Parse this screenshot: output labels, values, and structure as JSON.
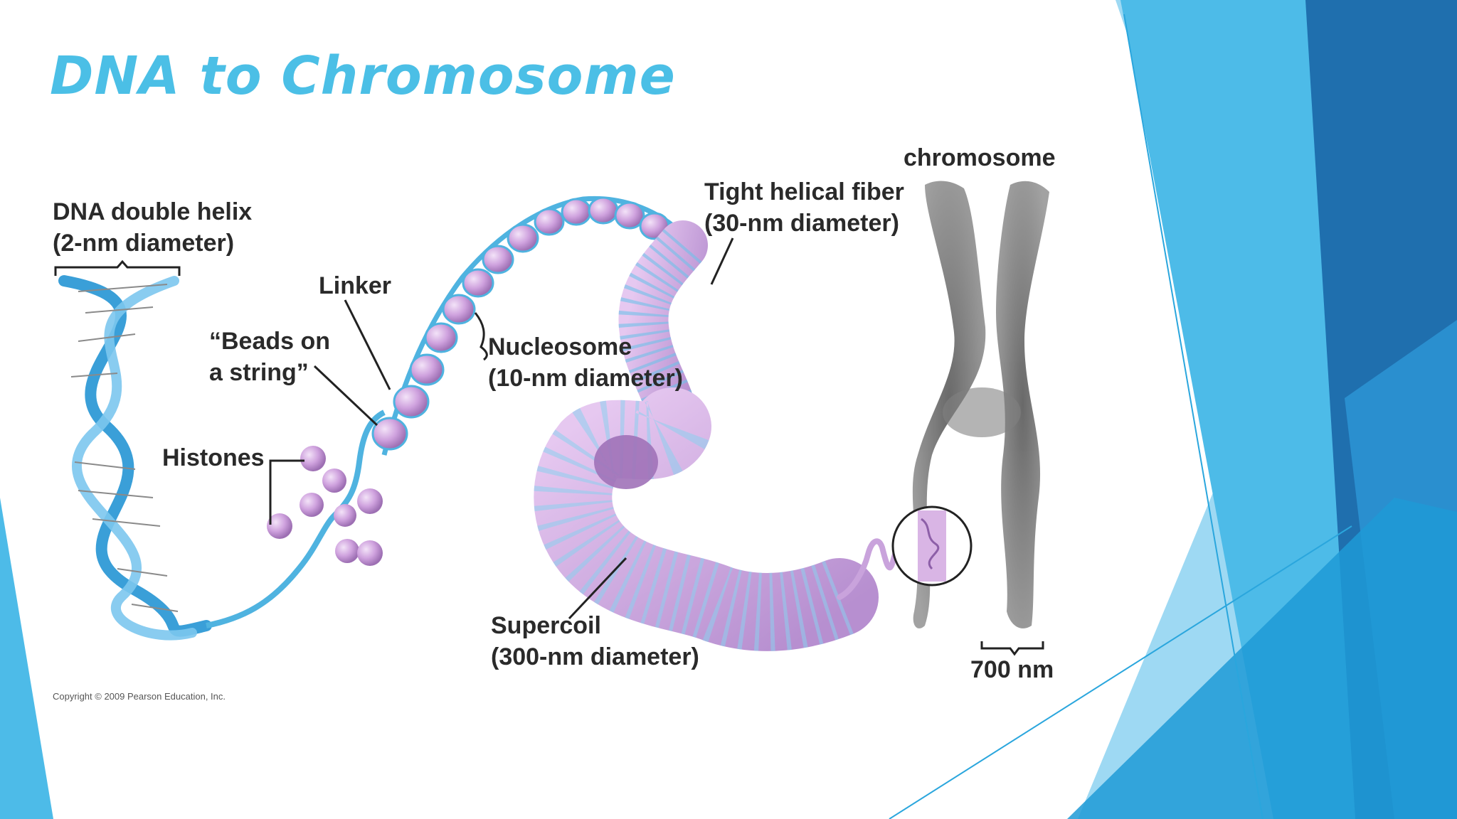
{
  "slide": {
    "title": "DNA to Chromosome",
    "title_color": "#4bbfe6"
  },
  "diagram": {
    "dna_helix": {
      "line1": "DNA double helix",
      "line2": "(2-nm diameter)"
    },
    "histones": "Histones",
    "beads": {
      "line1": "“Beads on",
      "line2": "a string”"
    },
    "linker": "Linker",
    "nucleosome": {
      "line1": "Nucleosome",
      "line2": "(10-nm diameter)"
    },
    "fiber": {
      "line1": "Tight helical fiber",
      "line2": "(30-nm diameter)"
    },
    "supercoil": {
      "line1": "Supercoil",
      "line2": "(300-nm diameter)"
    },
    "chromosome": "chromosome",
    "scale": "700 nm",
    "copyright": "Copyright © 2009 Pearson Education, Inc."
  },
  "colors": {
    "dna_blue": "#3a9fd8",
    "histone_purple": "#c79bd8",
    "chromosome_gray": "#6b6b6b",
    "decor_dark": "#1f6fae",
    "decor_mid": "#2aa6dd",
    "decor_light": "#84d0f0"
  }
}
